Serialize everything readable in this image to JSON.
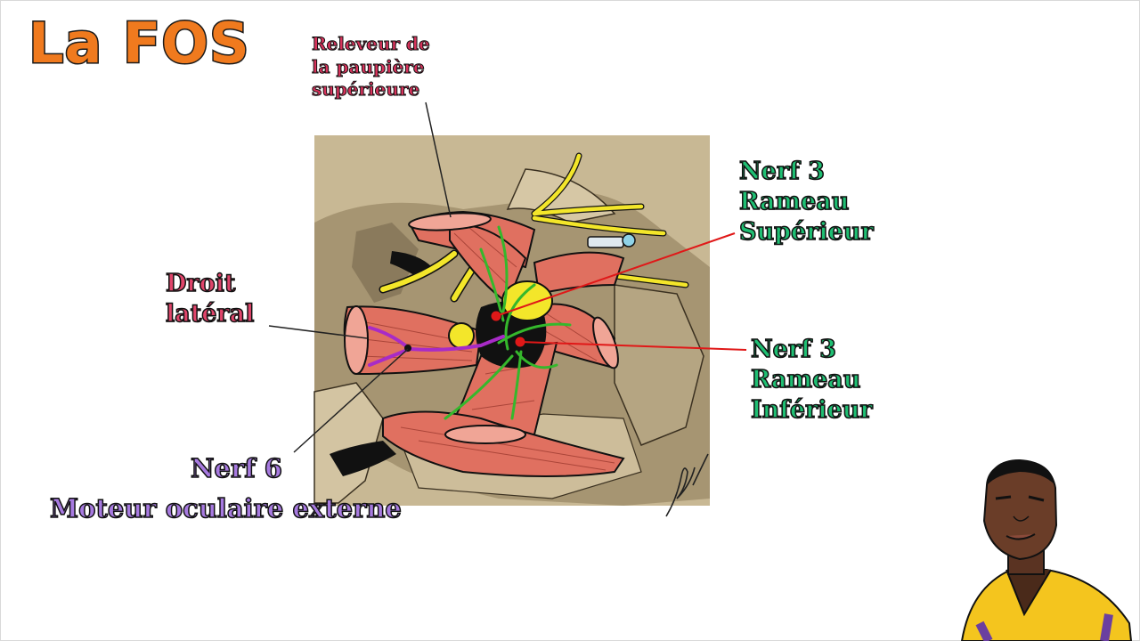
{
  "title": "La FOS",
  "colors": {
    "title_fill": "#f07a1e",
    "releveur": "#d8335c",
    "droit_lateral": "#d8335c",
    "nerf3": "#1fbf73",
    "nerf6": "#8a55c9",
    "text_outline": "#1a1a1a",
    "muscle": "#e07060",
    "nerve_yellow": "#f3e62a",
    "nerve_green": "#35b82c",
    "nerve_purple": "#a82bc7",
    "bone": "#c9b896",
    "pointer_red": "#e01818"
  },
  "labels": {
    "releveur": [
      "Releveur de",
      "la paupière",
      "supérieure"
    ],
    "droit_lateral": [
      "Droit",
      "latéral"
    ],
    "nerf3_sup": [
      "Nerf 3",
      "Rameau",
      "Supérieur"
    ],
    "nerf3_inf": [
      "Nerf 3",
      "Rameau",
      "Inférieur"
    ],
    "nerf6_line1": "Nerf 6",
    "nerf6_line2": "Moteur oculaire externe"
  },
  "icons": {
    "illustration": "orbital-fissure-illustration",
    "signature": "artist-signature",
    "mascot": "cartoon-man-avatar"
  }
}
